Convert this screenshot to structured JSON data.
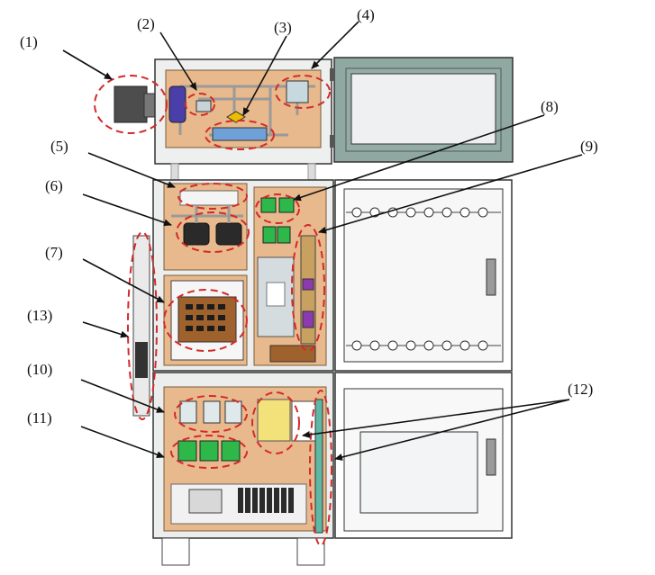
{
  "callouts": [
    {
      "id": "c1",
      "label": "(1)"
    },
    {
      "id": "c2",
      "label": "(2)"
    },
    {
      "id": "c3",
      "label": "(3)"
    },
    {
      "id": "c4",
      "label": "(4)"
    },
    {
      "id": "c5",
      "label": "(5)"
    },
    {
      "id": "c6",
      "label": "(6)"
    },
    {
      "id": "c7",
      "label": "(7)"
    },
    {
      "id": "c8",
      "label": "(8)"
    },
    {
      "id": "c9",
      "label": "(9)"
    },
    {
      "id": "c10",
      "label": "(10)"
    },
    {
      "id": "c11",
      "label": "(11)"
    },
    {
      "id": "c12",
      "label": "(12)"
    },
    {
      "id": "c13",
      "label": "(13)"
    }
  ],
  "colors": {
    "panel_orange": "#e8b98c",
    "cabinet_gray": "#e9ecec",
    "door_teal": "#8fa9a2",
    "highlight_red": "#d42a2a",
    "relay_green": "#2fb84a",
    "module_white": "#dfe8ea"
  }
}
